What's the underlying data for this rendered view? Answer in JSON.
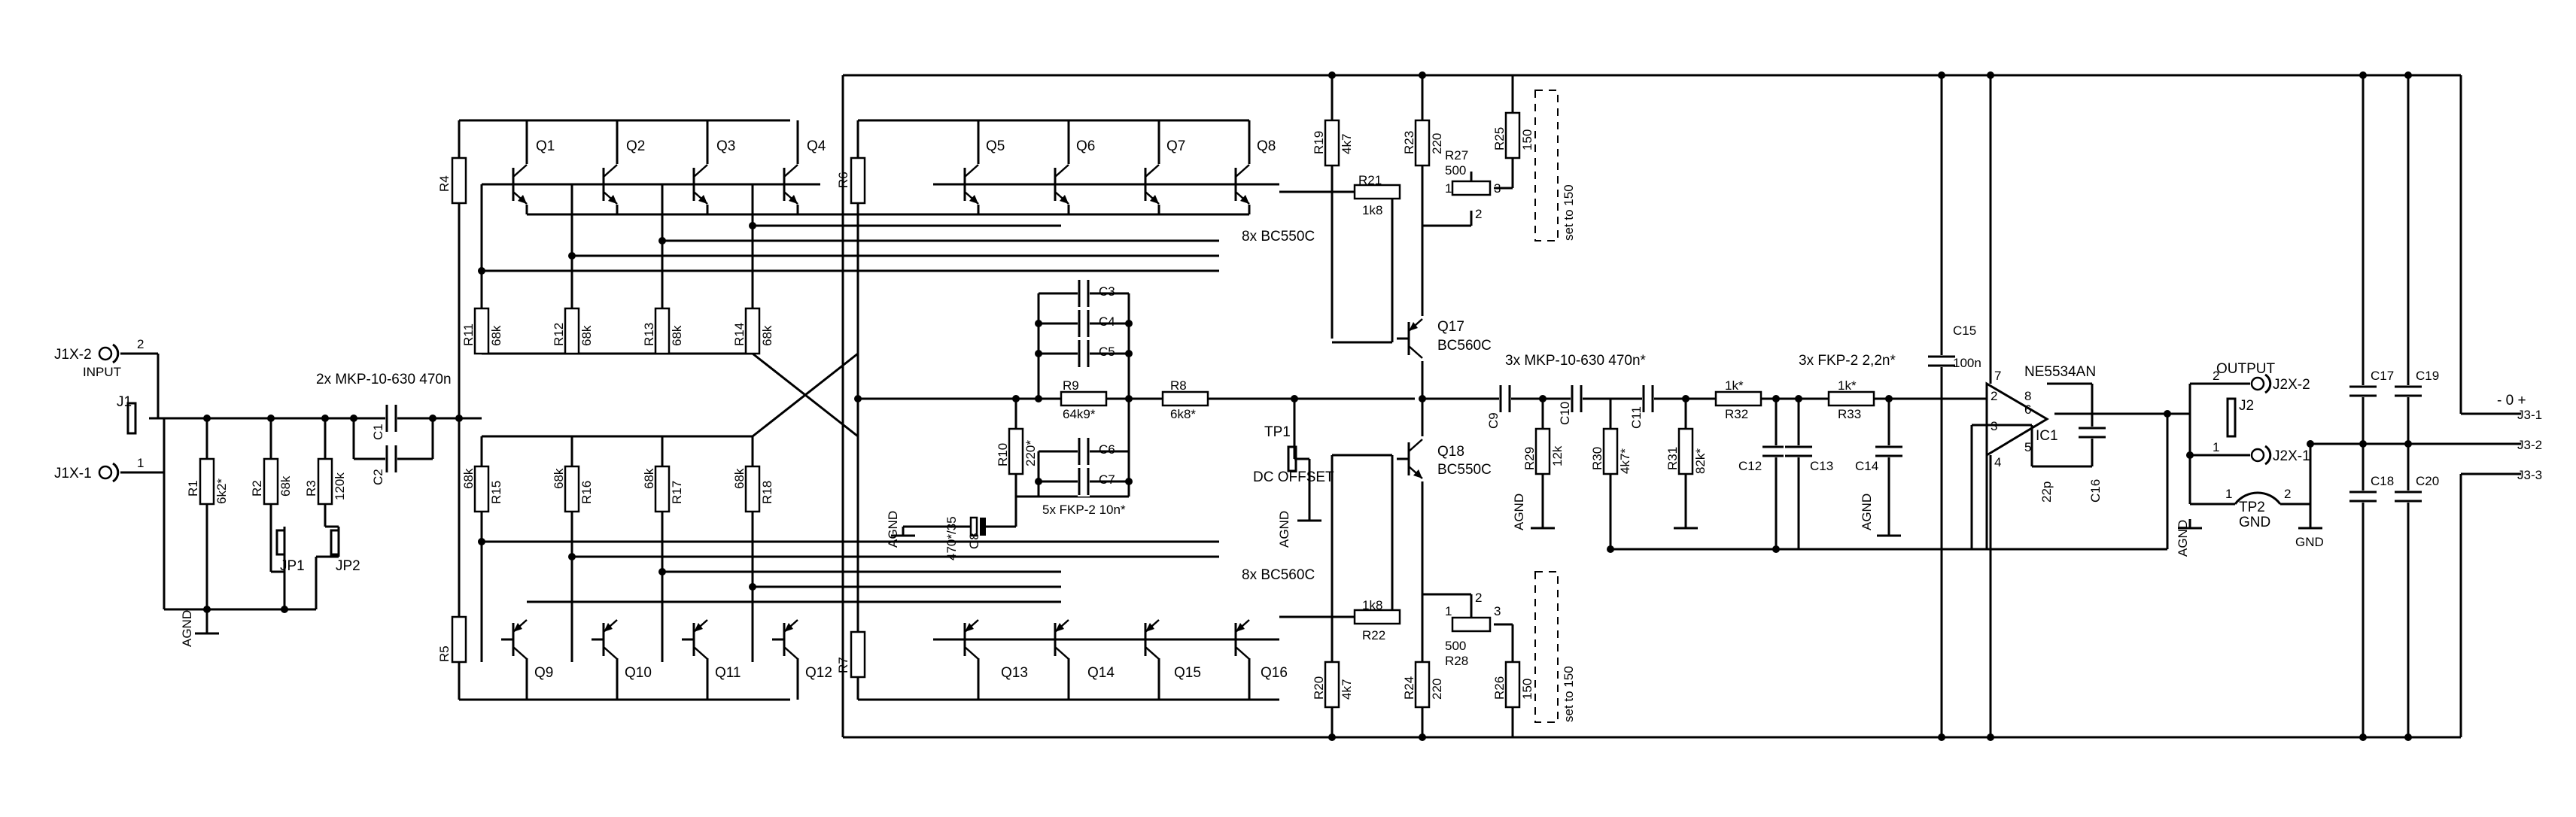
{
  "connectors": {
    "j1x2": "J1X-2",
    "j1x1": "J1X-1",
    "input": "INPUT",
    "j1": "J1",
    "j2x2": "J2X-2",
    "j2x1": "J2X-1",
    "output": "OUTPUT",
    "j2": "J2",
    "j31": "J3-1",
    "j32": "J3-2",
    "j33": "J3-3",
    "supply": "- 0 +",
    "tp1": "TP1",
    "dc_offset": "DC OFFSET",
    "tp2": "TP2",
    "jp1": "JP1",
    "jp2": "JP2",
    "pin1": "1",
    "pin2": "2",
    "pin3": "3",
    "pin4": "4",
    "pin5": "5",
    "pin6": "6",
    "pin7": "7",
    "pin8": "8"
  },
  "grounds": {
    "agnd": "AGND",
    "gnd": "GND"
  },
  "notes": {
    "input_caps": "2x MKP-10-630 470n",
    "npn_array": "8x BC550C",
    "pnp_array": "8x BC560C",
    "set150": "set to 150",
    "fkp_10n": "5x FKP-2 10n*",
    "mkp_470n": "3x MKP-10-630 470n*",
    "fkp_22n": "3x FKP-2 2,2n*",
    "opamp_part": "NE5534AN",
    "opamp_ref": "IC1"
  },
  "resistors": {
    "r1": "R1",
    "r1v": "6k2*",
    "r2": "R2",
    "r2v": "68k",
    "r3": "R3",
    "r3v": "120k",
    "r4": "R4",
    "r5": "R5",
    "r6": "R6",
    "r7": "R7",
    "r11": "R11",
    "r12": "R12",
    "r13": "R13",
    "r14": "R14",
    "r15": "R15",
    "r16": "R16",
    "r17": "R17",
    "r18": "R18",
    "r68k": "68k",
    "r9": "R9",
    "r9v": "64k9*",
    "r8": "R8",
    "r8v": "6k8*",
    "r10": "R10",
    "r10v": "220*",
    "r19": "R19",
    "r19v": "4k7",
    "r20": "R20",
    "r20v": "4k7",
    "r21": "R21",
    "r21v": "1k8",
    "r22": "R22",
    "r22v": "1k8",
    "r23": "R23",
    "r23v": "220",
    "r24": "R24",
    "r24v": "220",
    "r25": "R25",
    "r25v": "150",
    "r26": "R26",
    "r26v": "150",
    "r27": "R27",
    "r27v": "500",
    "r28": "R28",
    "r28v": "500",
    "r29": "R29",
    "r29v": "12k",
    "r30": "R30",
    "r30v": "4k7*",
    "r31": "R31",
    "r31v": "82k*",
    "r32": "R32",
    "r32v": "1k*",
    "r33": "R33",
    "r33v": "1k*"
  },
  "capacitors": {
    "c1": "C1",
    "c2": "C2",
    "c3": "C3",
    "c4": "C4",
    "c5": "C5",
    "c6": "C6",
    "c7": "C7",
    "c8": "C8",
    "c8v": "470*/35",
    "c9": "C9",
    "c10": "C10",
    "c11": "C11",
    "c12": "C12",
    "c13": "C13",
    "c14": "C14",
    "c15": "C15",
    "c15v": "100n",
    "c16": "C16",
    "c16v": "22p",
    "c17": "C17",
    "c18": "C18",
    "c19": "C19",
    "c20": "C20"
  },
  "transistors": {
    "q1": "Q1",
    "q2": "Q2",
    "q3": "Q3",
    "q4": "Q4",
    "q5": "Q5",
    "q6": "Q6",
    "q7": "Q7",
    "q8": "Q8",
    "q9": "Q9",
    "q10": "Q10",
    "q11": "Q11",
    "q12": "Q12",
    "q13": "Q13",
    "q14": "Q14",
    "q15": "Q15",
    "q16": "Q16",
    "q17": "Q17",
    "q17v": "BC560C",
    "q18": "Q18",
    "q18v": "BC550C"
  }
}
